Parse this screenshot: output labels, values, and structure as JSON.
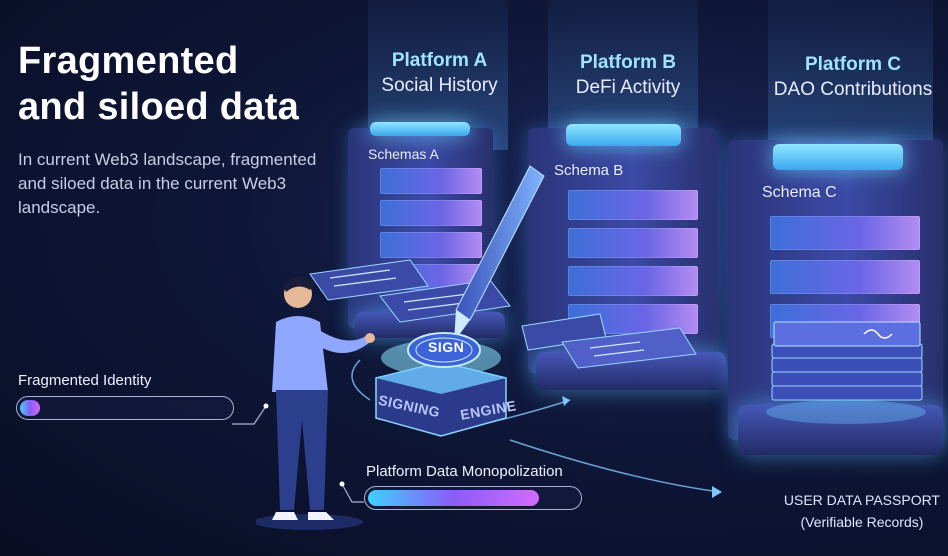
{
  "headline": "Fragmented and siloed data",
  "headline_line1": "Fragmented",
  "headline_line2": "and siloed data",
  "description": "In current Web3 landscape, fragmented and siloed data in the current Web3 landscape.",
  "platforms": [
    {
      "name": "Platform A",
      "subtitle": "Social History",
      "schema": "Schemas A"
    },
    {
      "name": "Platform B",
      "subtitle": "DeFi Activity",
      "schema": "Schema B"
    },
    {
      "name": "Platform C",
      "subtitle": "DAO Contributions",
      "schema": "Schema C"
    }
  ],
  "sign_badge": "SIGN",
  "engine_left": "SIGNING",
  "engine_right": "ENGINE",
  "bars": [
    {
      "label": "Fragmented Identity",
      "level_percent": 12
    },
    {
      "label": "Platform Data Monopolization",
      "level_percent": 82
    }
  ],
  "passport_line1": "USER DATA PASSPORT",
  "passport_line2": "(Verifiable Records)",
  "colors": {
    "background": "#0f1738",
    "accent_cyan": "#3fd0ff",
    "accent_purple": "#8b5cf6",
    "platform_title": "#9fe3ff"
  },
  "icons": [
    "pen-icon",
    "person-icon",
    "sign-seal-icon",
    "arrow-icon"
  ]
}
